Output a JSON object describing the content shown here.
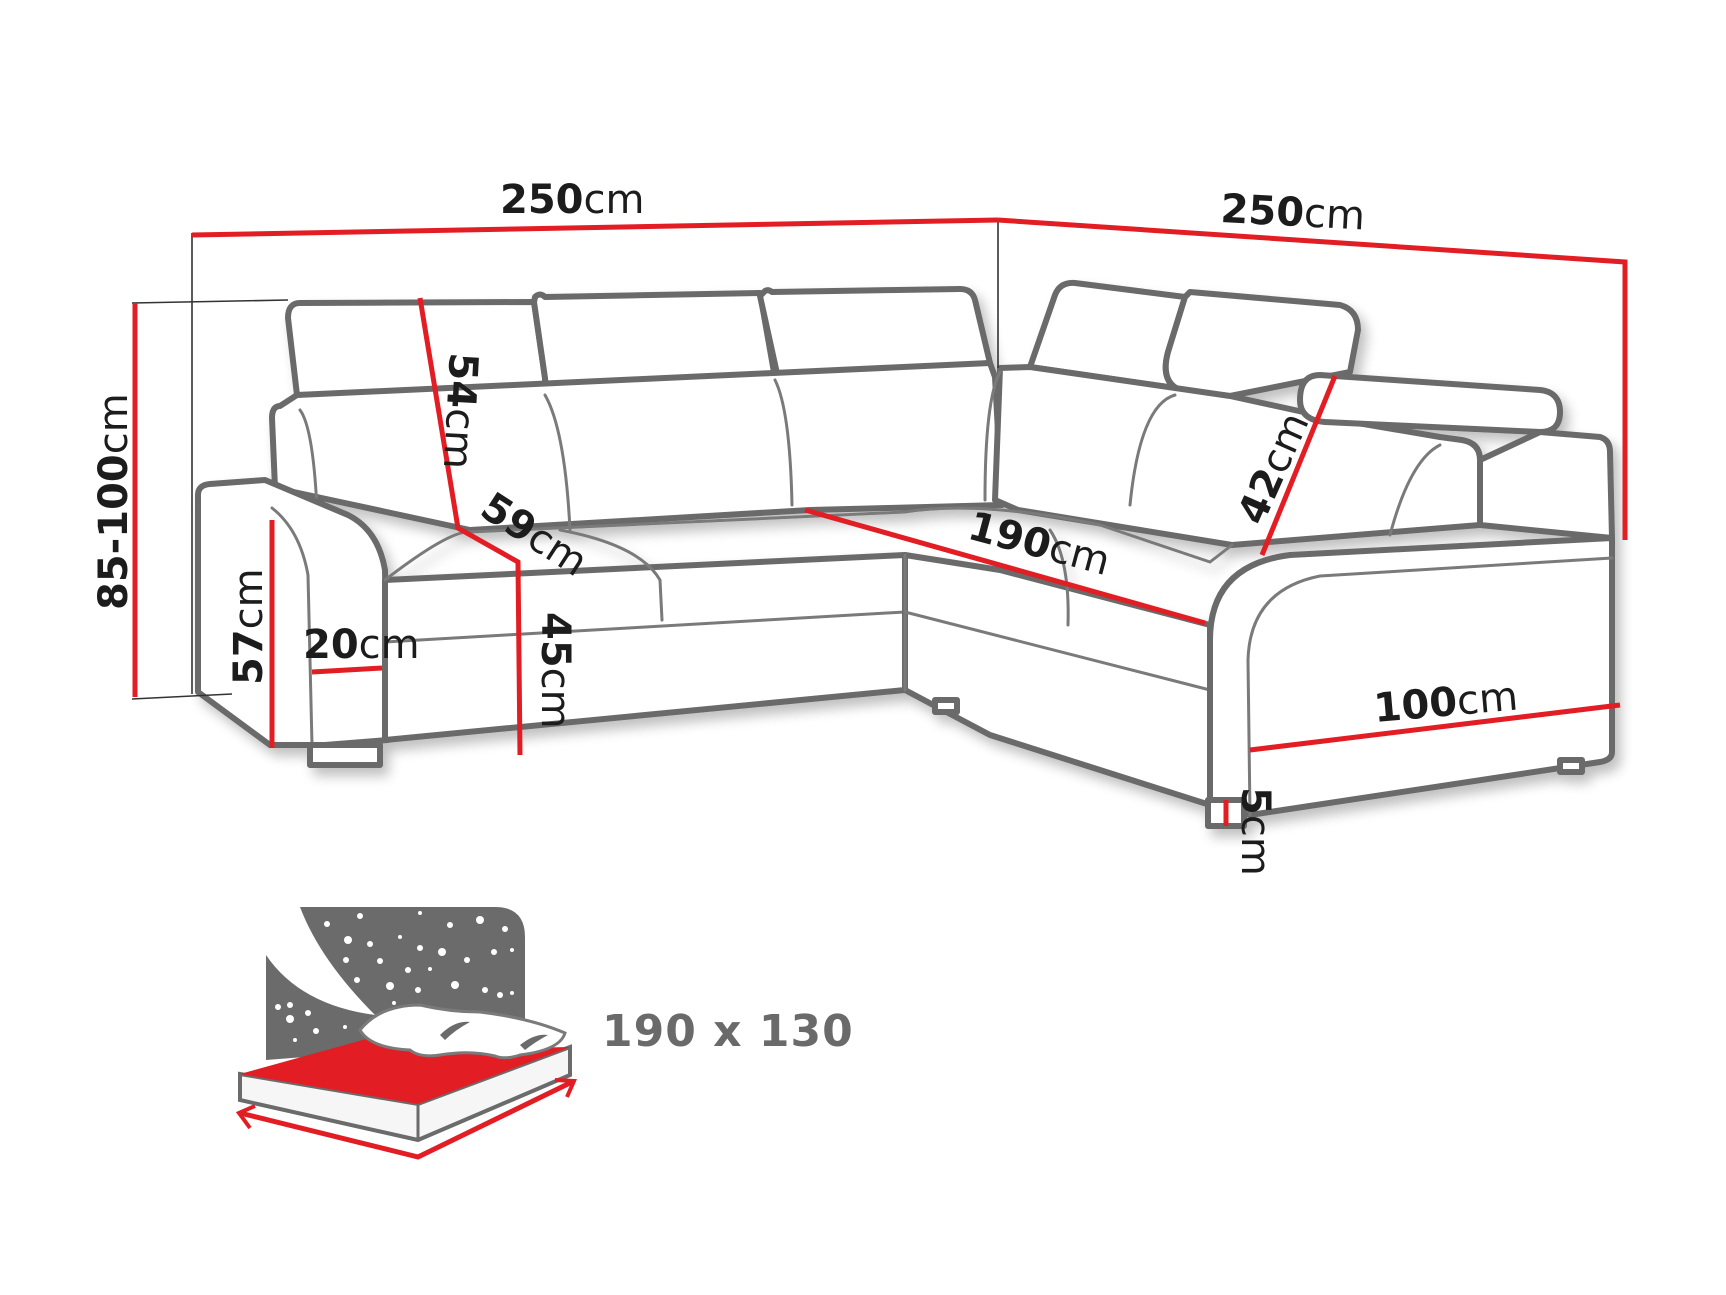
{
  "diagram": {
    "subject": "Corner sofa bed dimensions",
    "colors": {
      "outline": "#6b6b6b",
      "dimension_line": "#e21d23",
      "label_text": "#1c1c1c",
      "bed_label_text": "#6a6a6a",
      "night_sky": "#6b6b6b",
      "mattress_top": "#e21d23"
    },
    "dimensions": {
      "left_width": {
        "value": "250",
        "unit": "cm"
      },
      "right_width": {
        "value": "250",
        "unit": "cm"
      },
      "total_height": {
        "value": "85-100",
        "unit": "cm"
      },
      "backrest_height": {
        "value": "54",
        "unit": "cm"
      },
      "seat_depth": {
        "value": "59",
        "unit": "cm"
      },
      "armrest_height": {
        "value": "57",
        "unit": "cm"
      },
      "armrest_width": {
        "value": "20",
        "unit": "cm"
      },
      "seat_height": {
        "value": "45",
        "unit": "cm"
      },
      "sleeping_length": {
        "value": "190",
        "unit": "cm"
      },
      "right_back_height": {
        "value": "42",
        "unit": "cm"
      },
      "chaise_depth": {
        "value": "100",
        "unit": "cm"
      },
      "leg_height": {
        "value": "5",
        "unit": "cm"
      }
    },
    "sleeping_area": {
      "icon": "bed-night-icon",
      "label": "190 x 130"
    }
  }
}
